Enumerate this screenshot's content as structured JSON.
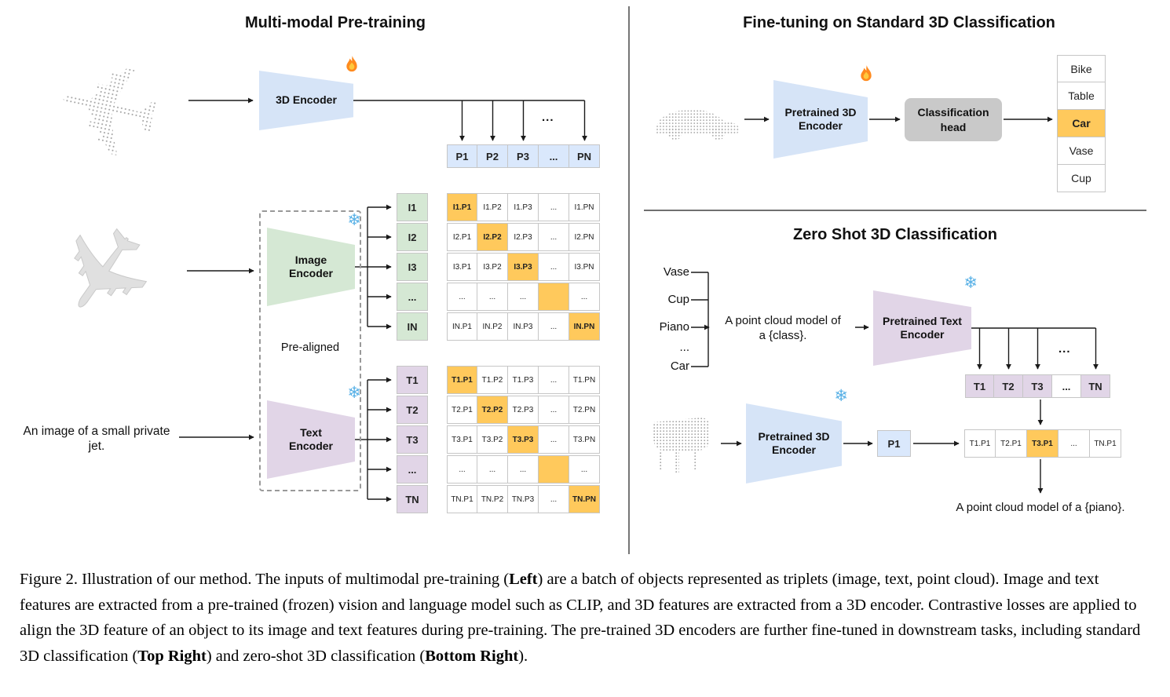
{
  "left": {
    "title": "Multi-modal Pre-training",
    "encoder3d": {
      "label": "3D Encoder"
    },
    "image_encoder": {
      "label": "Image\nEncoder"
    },
    "text_encoder": {
      "label": "Text\nEncoder"
    },
    "pre_aligned": "Pre-aligned",
    "caption_input": "An image of a small private jet.",
    "p_row": [
      "P1",
      "P2",
      "P3",
      "...",
      "PN"
    ],
    "i_col": [
      "I1",
      "I2",
      "I3",
      "...",
      "IN"
    ],
    "t_col": [
      "T1",
      "T2",
      "T3",
      "...",
      "TN"
    ],
    "i_matrix": [
      [
        "I1.P1",
        "I1.P2",
        "I1.P3",
        "...",
        "I1.PN"
      ],
      [
        "I2.P1",
        "I2.P2",
        "I2.P3",
        "...",
        "I2.PN"
      ],
      [
        "I3.P1",
        "I3.P2",
        "I3.P3",
        "...",
        "I3.PN"
      ],
      [
        "...",
        "...",
        "...",
        "",
        "..."
      ],
      [
        "IN.P1",
        "IN.P2",
        "IN.P3",
        "...",
        "IN.PN"
      ]
    ],
    "t_matrix": [
      [
        "T1.P1",
        "T1.P2",
        "T1.P3",
        "...",
        "T1.PN"
      ],
      [
        "T2.P1",
        "T2.P2",
        "T2.P3",
        "...",
        "T2.PN"
      ],
      [
        "T3.P1",
        "T3.P2",
        "T3.P3",
        "...",
        "T3.PN"
      ],
      [
        "...",
        "...",
        "...",
        "",
        "..."
      ],
      [
        "TN.P1",
        "TN.P2",
        "TN.P3",
        "...",
        "TN.PN"
      ]
    ]
  },
  "top_right": {
    "title": "Fine-tuning on Standard 3D Classification",
    "encoder": {
      "label": "Pretrained 3D\nEncoder"
    },
    "head": {
      "label": "Classification\nhead"
    },
    "classes": [
      "Bike",
      "Table",
      "Car",
      "Vase",
      "Cup"
    ],
    "highlighted_class": "Car"
  },
  "bottom_right": {
    "title": "Zero Shot 3D Classification",
    "class_list": [
      "Vase",
      "Cup",
      "Piano",
      "...",
      "Car"
    ],
    "prompt": "A point cloud model of\na {class}.",
    "text_encoder": {
      "label": "Pretrained Text\nEncoder"
    },
    "encoder3d": {
      "label": "Pretrained 3D\nEncoder"
    },
    "p_cell": "P1",
    "t_row": [
      "T1",
      "T2",
      "T3",
      "...",
      "TN"
    ],
    "result_row": [
      "T1.P1",
      "T2.P1",
      "T3.P1",
      "...",
      "TN.P1"
    ],
    "highlighted_result": "T3.P1",
    "output": "A point cloud model of a {piano}."
  },
  "icons": {
    "snowflake": "❄",
    "fire": "flame"
  },
  "fan_dots": "...",
  "colors": {
    "blue_encoder": "#d6e4f7",
    "blue_cell": "#dae8fc",
    "green": "#d5e8d4",
    "purple": "#e1d5e7",
    "orange": "#ffc95c",
    "head_gray": "#c9c9c9",
    "line": "#1a1a1a"
  },
  "caption": {
    "segments": [
      {
        "text": "Figure 2. Illustration of our method. The inputs of multimodal pre-training (",
        "bold": false
      },
      {
        "text": "Left",
        "bold": true
      },
      {
        "text": ") are a batch of objects represented as triplets (image, text, point cloud). Image and text features are extracted from a pre-trained (frozen) vision and language model such as CLIP, and 3D features are extracted from a 3D encoder. Contrastive losses are applied to align the 3D feature of an object to its image and text features during pre-training. The pre-trained 3D encoders are further fine-tuned in downstream tasks, including standard 3D classification (",
        "bold": false
      },
      {
        "text": "Top Right",
        "bold": true
      },
      {
        "text": ") and zero-shot 3D classification (",
        "bold": false
      },
      {
        "text": "Bottom Right",
        "bold": true
      },
      {
        "text": ").",
        "bold": false
      }
    ]
  }
}
